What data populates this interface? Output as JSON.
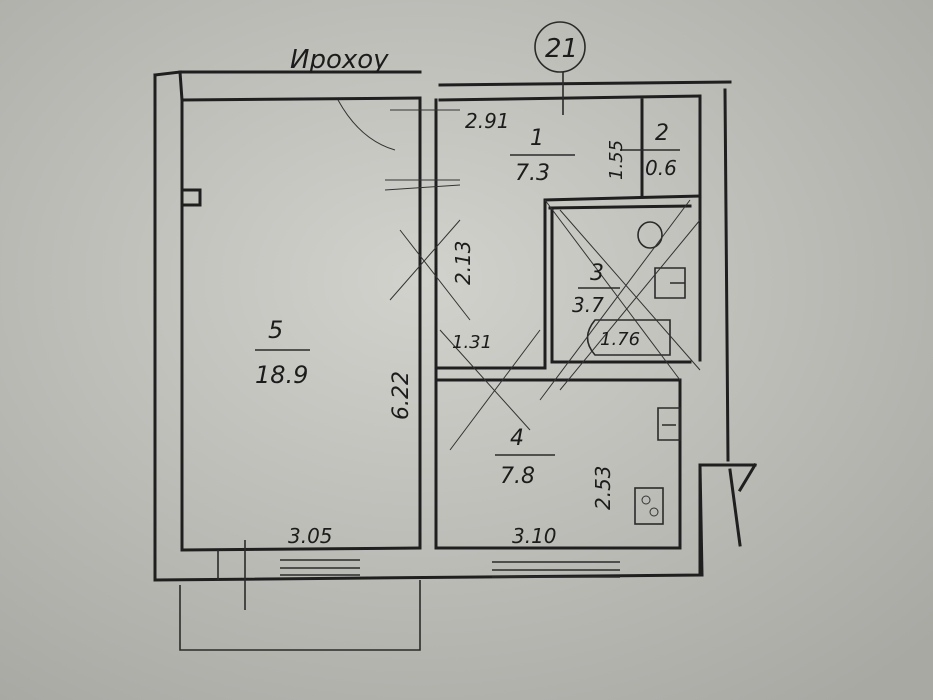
{
  "annotation": "Ирохоу",
  "building_number": "21",
  "rooms": [
    {
      "number": "1",
      "area": "7.3"
    },
    {
      "number": "2",
      "area": "0.6"
    },
    {
      "number": "3",
      "area": "3.7"
    },
    {
      "number": "4",
      "area": "7.8"
    },
    {
      "number": "5",
      "area": "18.9"
    }
  ],
  "dimensions": {
    "top_hall": "2.91",
    "closet_height": "1.55",
    "hall_height": "2.13",
    "bath": "1.76",
    "hall_width": "1.31",
    "living_height": "6.22",
    "kitchen_height": "2.53",
    "living_width": "3.05",
    "kitchen_width": "3.10"
  }
}
